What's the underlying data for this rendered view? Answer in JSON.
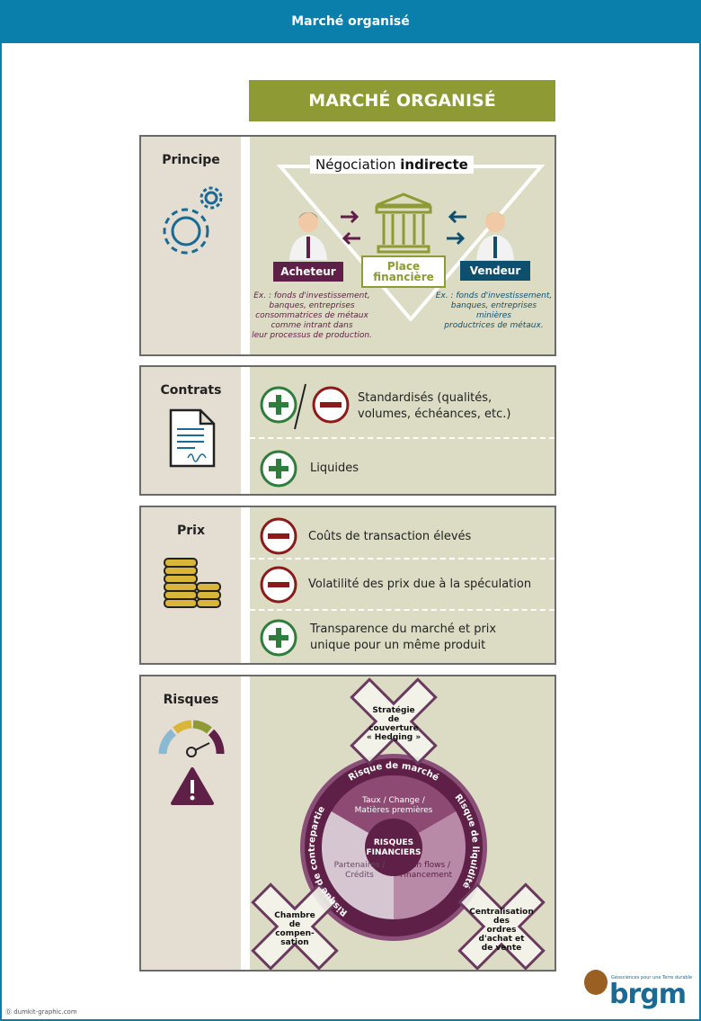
{
  "header": {
    "title": "Marché organisé"
  },
  "column_title": "MARCHÉ ORGANISÉ",
  "sections": {
    "principe": {
      "title": "Principe",
      "negociation_prefix": "Négociation",
      "negociation_bold": "indirecte",
      "acheteur": "Acheteur",
      "vendeur": "Vendeur",
      "place_line1": "Place",
      "place_line2": "financière",
      "acheteur_ex": [
        "Ex. : fonds d'investissement,",
        "banques, entreprises",
        "consommatrices de métaux",
        "comme intrant dans",
        "leur processus de production."
      ],
      "vendeur_ex": [
        "Ex. : fonds d'investissement,",
        "banques, entreprises minières",
        "productrices de métaux."
      ]
    },
    "contrats": {
      "title": "Contrats",
      "items": [
        {
          "sign": "plus-minus",
          "text_line1": "Standardisés (qualités,",
          "text_line2": "volumes, échéances, etc.)"
        },
        {
          "sign": "plus",
          "text_line1": "Liquides"
        }
      ]
    },
    "prix": {
      "title": "Prix",
      "items": [
        {
          "sign": "minus",
          "text_line1": "Coûts de transaction élevés"
        },
        {
          "sign": "minus",
          "text_line1": "Volatilité des prix due à la spéculation"
        },
        {
          "sign": "plus",
          "text_line1": "Transparence du marché et prix",
          "text_line2": "unique pour un même produit"
        }
      ]
    },
    "risques": {
      "title": "Risques",
      "center_line1": "RISQUES",
      "center_line2": "FINANCIERS",
      "ring": {
        "top": "Risque de marché",
        "left": "Risque de contrepartie",
        "right": "Risque de liquidité"
      },
      "segments": {
        "top_line1": "Taux / Change /",
        "top_line2": "Matières premières",
        "left_line1": "Partenaires /",
        "left_line2": "Crédits",
        "right_line1": "Cash flows /",
        "right_line2": "Financement"
      },
      "crosses": {
        "top": [
          "Stratégie",
          "de",
          "couverture",
          "« Hedging »"
        ],
        "left": [
          "Chambre",
          "de",
          "compen-",
          "sation"
        ],
        "right": [
          "Centralisation",
          "des",
          "ordres",
          "d'achat et",
          "de vente"
        ]
      }
    }
  },
  "footer": {
    "credit": "dumkit-graphic.com",
    "logo_text": "brgm",
    "logo_tagline": "Géosciences pour une Terre durable"
  },
  "colors": {
    "header_blue": "#0b7fab",
    "olive": "#8e9a33",
    "plum": "#5e2046",
    "teal": "#0f4f6e",
    "green": "#2e7d3c",
    "red": "#8b1a1a"
  }
}
